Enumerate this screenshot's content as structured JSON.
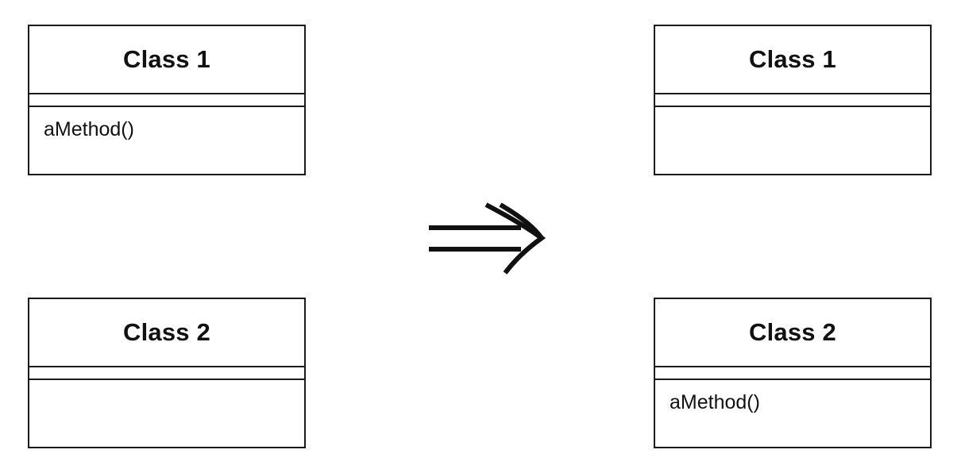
{
  "left": {
    "class1": {
      "name": "Class 1",
      "methods": [
        "aMethod()"
      ]
    },
    "class2": {
      "name": "Class 2",
      "methods": []
    }
  },
  "right": {
    "class1": {
      "name": "Class 1",
      "methods": []
    },
    "class2": {
      "name": "Class 2",
      "methods": [
        "aMethod()"
      ]
    }
  },
  "arrow": {
    "icon": "implies-arrow-icon"
  }
}
